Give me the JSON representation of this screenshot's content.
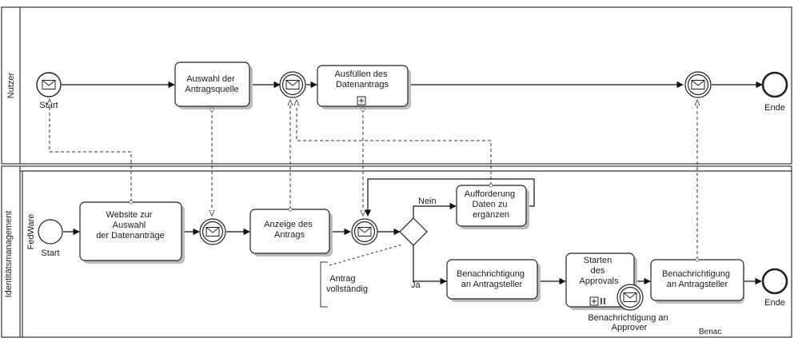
{
  "lanes": {
    "nutzer": "Nutzer",
    "identity": "Identitätsmanagement",
    "fedware": "FedWare"
  },
  "events": {
    "nutzer_start": "Start",
    "nutzer_end": "Ende",
    "fed_start": "Start",
    "fed_end": "Ende"
  },
  "tasks": {
    "auswahl_quelle": [
      "Auswahl der",
      "Antragsquelle"
    ],
    "ausfuellen": [
      "Ausfüllen des",
      "Datenantrags"
    ],
    "website": [
      "Website zur",
      "Auswahl",
      "der Datenanträge"
    ],
    "anzeige": [
      "Anzeige des",
      "Antrags"
    ],
    "aufforderung": [
      "Aufforderung",
      "Daten zu",
      "ergänzen"
    ],
    "benachrichtigung_1": [
      "Benachrichtigung",
      "an Antragsteller"
    ],
    "starten": [
      "Starten",
      "des",
      "Approvals"
    ],
    "benachrichtigung_2": [
      "Benachrichtigung",
      "an Antragsteller"
    ]
  },
  "gateway": {
    "no": "Nein",
    "yes": "Ja"
  },
  "annotation": [
    "Antrag",
    "vollständig"
  ],
  "boundary_event_label": [
    "Benachrichtigung an",
    "Approver"
  ],
  "cut_label": "Benac"
}
